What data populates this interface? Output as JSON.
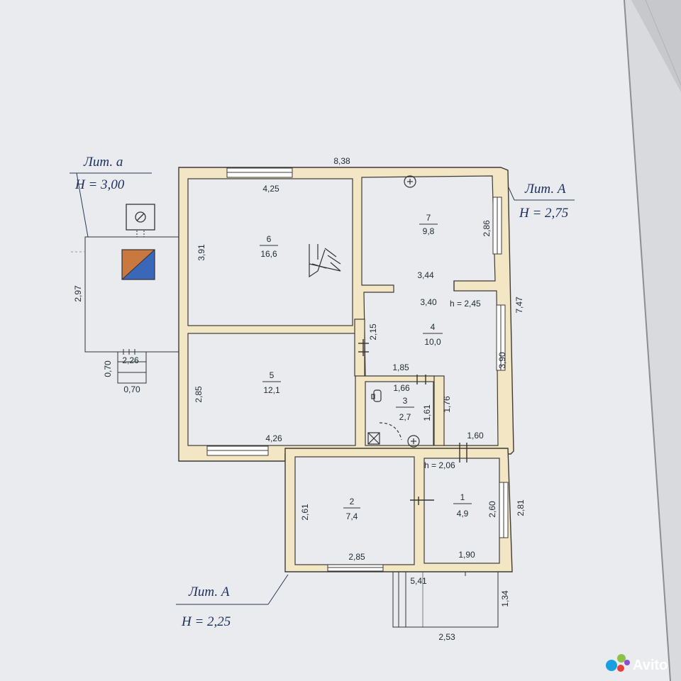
{
  "plan": {
    "lit_a_small": {
      "label": "Лит. а",
      "height": "H = 3,00"
    },
    "lit_A_right": {
      "label": "Лит. А",
      "height": "H = 2,75"
    },
    "lit_A_bottom": {
      "label": "Лит. А",
      "height": "H = 2,25"
    },
    "rooms": [
      {
        "no": "1",
        "area": "4,9"
      },
      {
        "no": "2",
        "area": "7,4"
      },
      {
        "no": "3",
        "area": "2,7"
      },
      {
        "no": "4",
        "area": "10,0"
      },
      {
        "no": "5",
        "area": "12,1"
      },
      {
        "no": "6",
        "area": "16,6"
      },
      {
        "no": "7",
        "area": "9,8"
      }
    ],
    "heights": {
      "h_room4": "h = 2,45",
      "h_room1": "h = 2,06"
    },
    "dims": {
      "top_total": "8,38",
      "r6_top": "4,25",
      "r6_left": "3,91",
      "r7_right": "2,86",
      "corr_344": "3,44",
      "corr_340": "3,40",
      "right_total": "7,47",
      "corr_215": "2,15",
      "r4_right": "3,90",
      "r3_185": "1,85",
      "r3_166": "1,66",
      "r3_161": "1,61",
      "r3_176": "1,76",
      "r5_left": "2,85",
      "r5_bottom": "4,26",
      "r1_160": "1,60",
      "r2_left": "2,61",
      "r2_bottom": "2,85",
      "r1_260": "2,60",
      "r1_281": "2,81",
      "porch_190": "1,90",
      "porch_541": "5,41",
      "porch_134": "1,34",
      "porch_253": "2,53",
      "lit_a_297": "2,97",
      "lit_a_226": "2,26",
      "step_070_v": "0,70",
      "step_070_h": "0,70"
    }
  },
  "watermark": {
    "text": "Avito"
  },
  "colors": {
    "wall_fill": "#f2e6c4",
    "wall_stroke": "#3e3b36",
    "paper": "#e9ebee",
    "ink": "#1e2a33",
    "lit_text": "#1b2e5e",
    "avito_red": "#e8413c",
    "avito_blue": "#1a9fe0",
    "avito_green": "#8bc34a",
    "avito_purple": "#8a4fd6"
  }
}
